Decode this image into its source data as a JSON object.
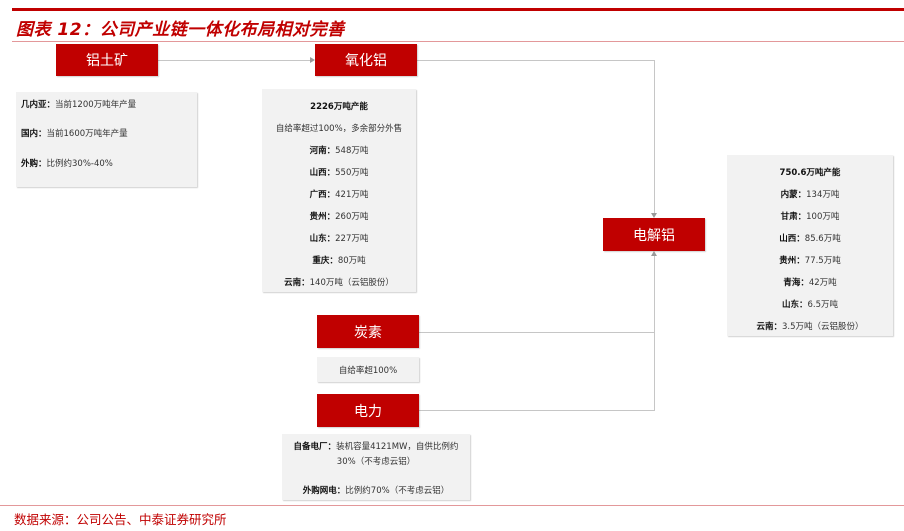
{
  "header": {
    "title": "图表 12：公司产业链一体化布局相对完善"
  },
  "nodes": {
    "bauxite": "铝土矿",
    "alumina": "氧化铝",
    "electrolytic_aluminum": "电解铝",
    "carbon": "炭素",
    "power": "电力"
  },
  "bauxite_info": {
    "rows": [
      {
        "key": "几内亚：",
        "value": "当前1200万吨年产量"
      },
      {
        "key": "国内：",
        "value": "当前1600万吨年产量"
      },
      {
        "key": "外购：",
        "value": "比例约30%-40%"
      }
    ]
  },
  "alumina_info": {
    "header": "2226万吨产能",
    "subheader": "自给率超过100%，多余部分外售",
    "rows": [
      {
        "key": "河南：",
        "value": "548万吨"
      },
      {
        "key": "山西：",
        "value": "550万吨"
      },
      {
        "key": "广西：",
        "value": "421万吨"
      },
      {
        "key": "贵州：",
        "value": "260万吨"
      },
      {
        "key": "山东：",
        "value": "227万吨"
      },
      {
        "key": "重庆：",
        "value": "80万吨"
      },
      {
        "key": "云南：",
        "value": "140万吨（云铝股份）"
      }
    ]
  },
  "electrolytic_info": {
    "header": "750.6万吨产能",
    "rows": [
      {
        "key": "内蒙：",
        "value": "134万吨"
      },
      {
        "key": "甘肃：",
        "value": "100万吨"
      },
      {
        "key": "山西：",
        "value": "85.6万吨"
      },
      {
        "key": "贵州：",
        "value": "77.5万吨"
      },
      {
        "key": "青海：",
        "value": "42万吨"
      },
      {
        "key": "山东：",
        "value": "6.5万吨"
      },
      {
        "key": "云南：",
        "value": "3.5万吨（云铝股份）"
      }
    ]
  },
  "carbon_info": {
    "text": "自给率超100%"
  },
  "power_info": {
    "row1_key": "自备电厂：",
    "row1_value": "装机容量4121MW，自供比例约",
    "row1_cont": "30%（不考虑云铝）",
    "row2_key": "外购网电：",
    "row2_value": "比例约70%（不考虑云铝）"
  },
  "footer": {
    "source": "数据来源：公司公告、中泰证券研究所"
  },
  "colors": {
    "accent": "#c00000",
    "panel": "#f2f2f2",
    "connector": "#c6c6c6",
    "rule": "#e3989a"
  }
}
